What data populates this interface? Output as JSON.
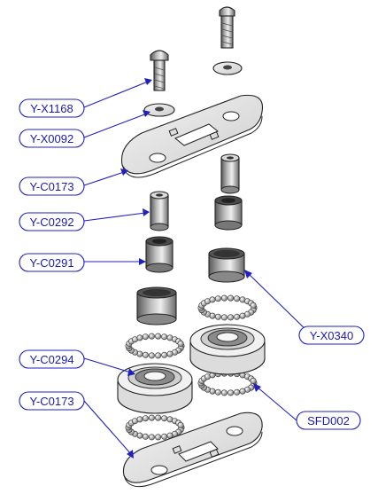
{
  "diagram": {
    "callouts": [
      {
        "id": "c1",
        "label": "Y-X1168"
      },
      {
        "id": "c2",
        "label": "Y-X0092"
      },
      {
        "id": "c3",
        "label": "Y-C0173"
      },
      {
        "id": "c4",
        "label": "Y-C0292"
      },
      {
        "id": "c5",
        "label": "Y-C0291"
      },
      {
        "id": "c6",
        "label": "Y-C0294"
      },
      {
        "id": "c7",
        "label": "Y-C0173"
      },
      {
        "id": "c8",
        "label": "Y-X0340"
      },
      {
        "id": "c9",
        "label": "SFD002"
      }
    ],
    "colors": {
      "callout": "#2020c0",
      "part_fill": "#e6e6e6",
      "part_dark": "#7a7a7a",
      "outline": "#222222"
    }
  }
}
